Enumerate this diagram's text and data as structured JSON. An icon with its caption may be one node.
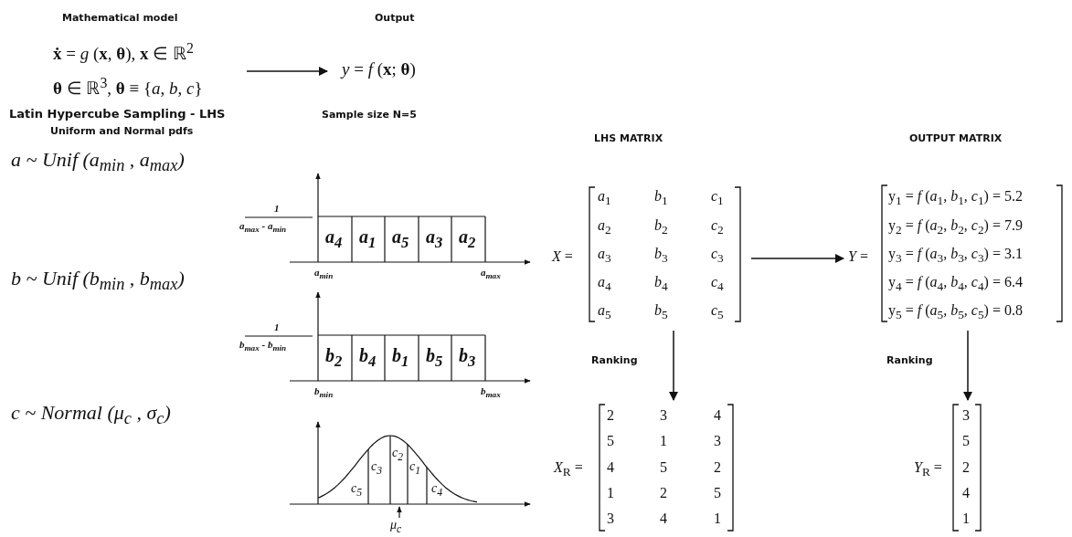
{
  "diagram": {
    "nodes": [
      {
        "text": [
          "Mathematical model",
          "**ẋ** = *g* (**x**, **θ**), **x** ∈ ℝ$^{2}$",
          "**θ** ∈ ℝ$^{3}$, **θ** ≡ {*a*, *b*, *c*}"
        ]
      },
      {
        "text": [
          "Output",
          "*y* = *f* (**x**; **θ**)"
        ]
      },
      {
        "text": [
          "LHS MATRIX",
          "*X* =",
          "*a*$_{1}$",
          "*b*$_{1}$",
          "*c*$_{1}$",
          "*a*$_{2}$",
          "*b*$_{2}$",
          "*c*$_{2}$",
          "*a*$_{3}$",
          "*b*$_{3}$",
          "*c*$_{3}$",
          "*a*$_{4}$",
          "*b*$_{4}$",
          "*c*$_{4}$",
          "*a*$_{5}$",
          "*b*$_{5}$",
          "*c*$_{5}$"
        ]
      },
      {
        "text": [
          "OUTPUT MATRIX",
          "*Y* =",
          "y$_{1}$ = *f* (*a*$_{1}$, *b*$_{1}$, *c*$_{1}$) = 5.2",
          "y$_{2}$ = *f* (*a*$_{2}$, *b*$_{2}$, *c*$_{2}$) = 7.9",
          "y$_{3}$ = *f* (*a*$_{3}$, *b*$_{3}$, *c*$_{3}$) = 3.1",
          "y$_{4}$ = *f* (*a*$_{4}$, *b*$_{4}$, *c*$_{4}$) = 6.4",
          "y$_{5}$ = *f* (*a*$_{5}$, *b*$_{5}$, *c*$_{5}$) = 0.8"
        ]
      },
      {
        "text": [
          "*X*$_{R}$ =",
          "2",
          "3",
          "4",
          "5",
          "1",
          "3",
          "4",
          "5",
          "2",
          "1",
          "2",
          "5",
          "3",
          "4",
          "1"
        ]
      },
      {
        "text": [
          "*Y*$_{R}$ =",
          "3",
          "5",
          "2",
          "4",
          "1"
        ]
      }
    ],
    "edges": [
      {
        "from": 0,
        "to": 1,
        "arrow": "to"
      },
      {
        "from": 2,
        "to": 3,
        "arrow": "to"
      },
      {
        "from": 2,
        "to": 4,
        "arrow": "to",
        "label": "Ranking"
      },
      {
        "from": 3,
        "to": 5,
        "arrow": "to",
        "label": "Ranking"
      }
    ],
    "labels": [
      "Latin Hypercube Sampling - LHS",
      "Uniform and Normal pdfs",
      "Sample size N=5",
      "a ~ Unif (a$_{min}$ , a$_{max}$)",
      "1",
      "a$_{max}$ - a$_{min}$",
      "a$_{4}$",
      "a$_{1}$",
      "a$_{5}$",
      "a$_{3}$",
      "a$_{2}$",
      "a$_{min}$",
      "a$_{max}$",
      "b ~ Unif (b$_{min}$ , b$_{max}$)",
      "1",
      "b$_{max}$ - b$_{min}$",
      "b$_{2}$",
      "b$_{4}$",
      "b$_{1}$",
      "b$_{5}$",
      "b$_{3}$",
      "b$_{min}$",
      "b$_{max}$",
      "c ~ Normal (μ$_{c}$ , σ$_{c}$)",
      "c$_{5}$",
      "c$_{3}$",
      "c$_{2}$",
      "c$_{1}$",
      "c$_{4}$",
      "μ$_{c}$"
    ]
  }
}
